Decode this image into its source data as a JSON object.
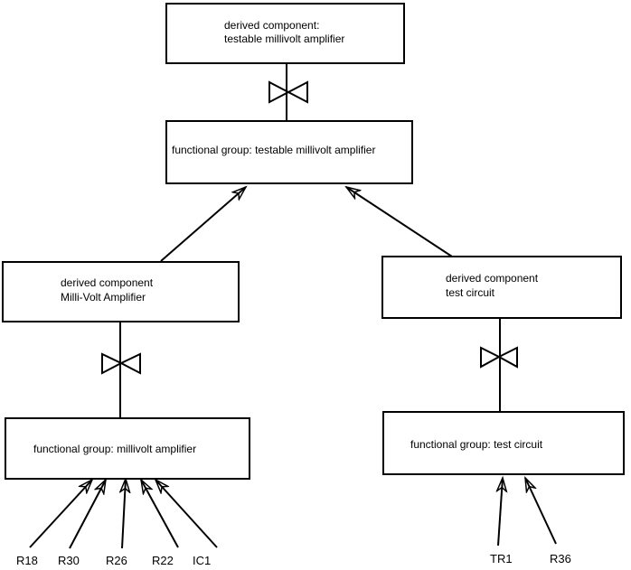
{
  "diagram": {
    "background": "#ffffff",
    "stroke_color": "#000000",
    "text_color": "#000000",
    "boxes": {
      "derived_testable": {
        "line1": "derived component:",
        "line2": "testable millivolt amplifier"
      },
      "fg_testable": {
        "line1": "functional group: testable millivolt amplifier"
      },
      "derived_mv": {
        "line1": "derived component",
        "line2": "Milli-Volt Amplifier"
      },
      "fg_mv": {
        "line1": "functional group: millivolt amplifier"
      },
      "derived_tc": {
        "line1": "derived component",
        "line2": "test circuit"
      },
      "fg_tc": {
        "line1": "functional group: test circuit"
      }
    },
    "components": {
      "r18": "R18",
      "r30": "R30",
      "r26": "R26",
      "r22": "R22",
      "ic1": "IC1",
      "tr1": "TR1",
      "r36": "R36"
    }
  }
}
